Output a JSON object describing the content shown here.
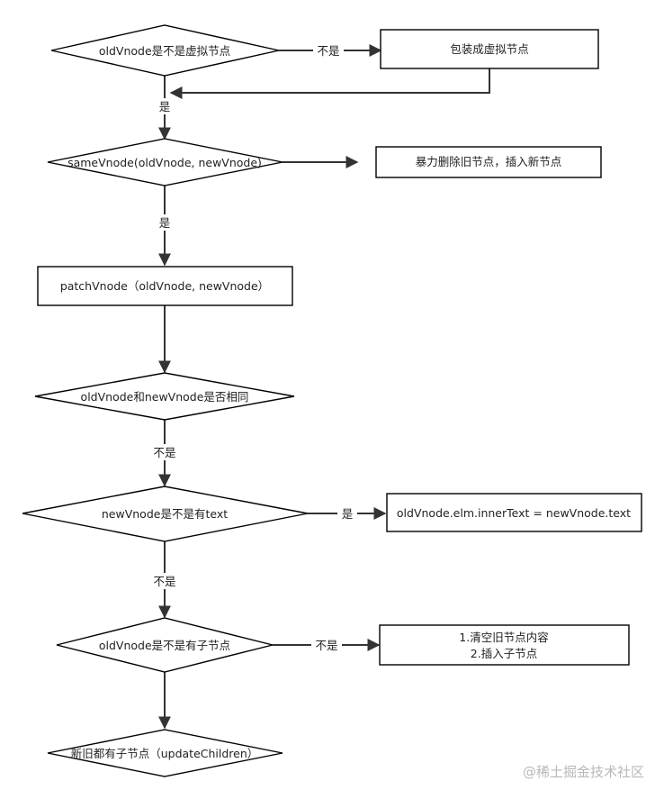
{
  "nodes": {
    "d1": "oldVnode是不是虚拟节点",
    "p1": "包装成虚拟节点",
    "d2": "sameVnode(oldVnode, newVnode)",
    "p2": "暴力删除旧节点，插入新节点",
    "p3": "patchVnode（oldVnode, newVnode）",
    "d3": "oldVnode和newVnode是否相同",
    "d4": "newVnode是不是有text",
    "p4": "oldVnode.elm.innerText = newVnode.text",
    "d5": "oldVnode是不是有子节点",
    "p5_line1": "1.清空旧节点内容",
    "p5_line2": "2.插入子节点",
    "d6": "新旧都有子节点（updateChildren）"
  },
  "edges": {
    "d1_p1": "不是",
    "merge_d2": "是",
    "d2_p3": "是",
    "d3_d4": "不是",
    "d4_p4": "是",
    "d4_d5": "不是",
    "d5_p5": "不是"
  },
  "watermark": "@稀土掘金技术社区"
}
